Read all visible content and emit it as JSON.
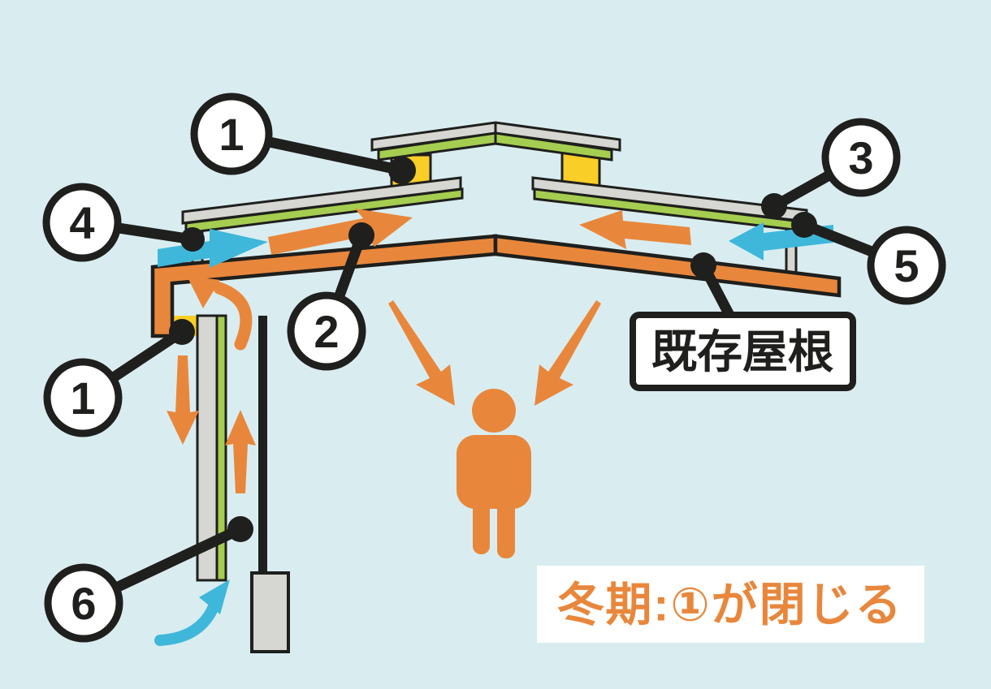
{
  "diagram": {
    "title": "roof-ventilation-cross-section",
    "colors": {
      "bg": "#D9EDF1",
      "orange": "#E8873C",
      "green": "#A5CD50",
      "gray": "#D6D6D2",
      "yellow": "#F8CE27",
      "blue": "#3FB7DA",
      "outline": "#1F1F1D",
      "white": "#FFFFFF"
    },
    "callouts": [
      {
        "label": "1"
      },
      {
        "label": "2"
      },
      {
        "label": "3"
      },
      {
        "label": "4"
      },
      {
        "label": "5"
      },
      {
        "label": "6"
      },
      {
        "label": "1"
      }
    ],
    "labels": {
      "existing_roof": "既存屋根",
      "winter_note": "冬期:①が閉じる"
    }
  }
}
